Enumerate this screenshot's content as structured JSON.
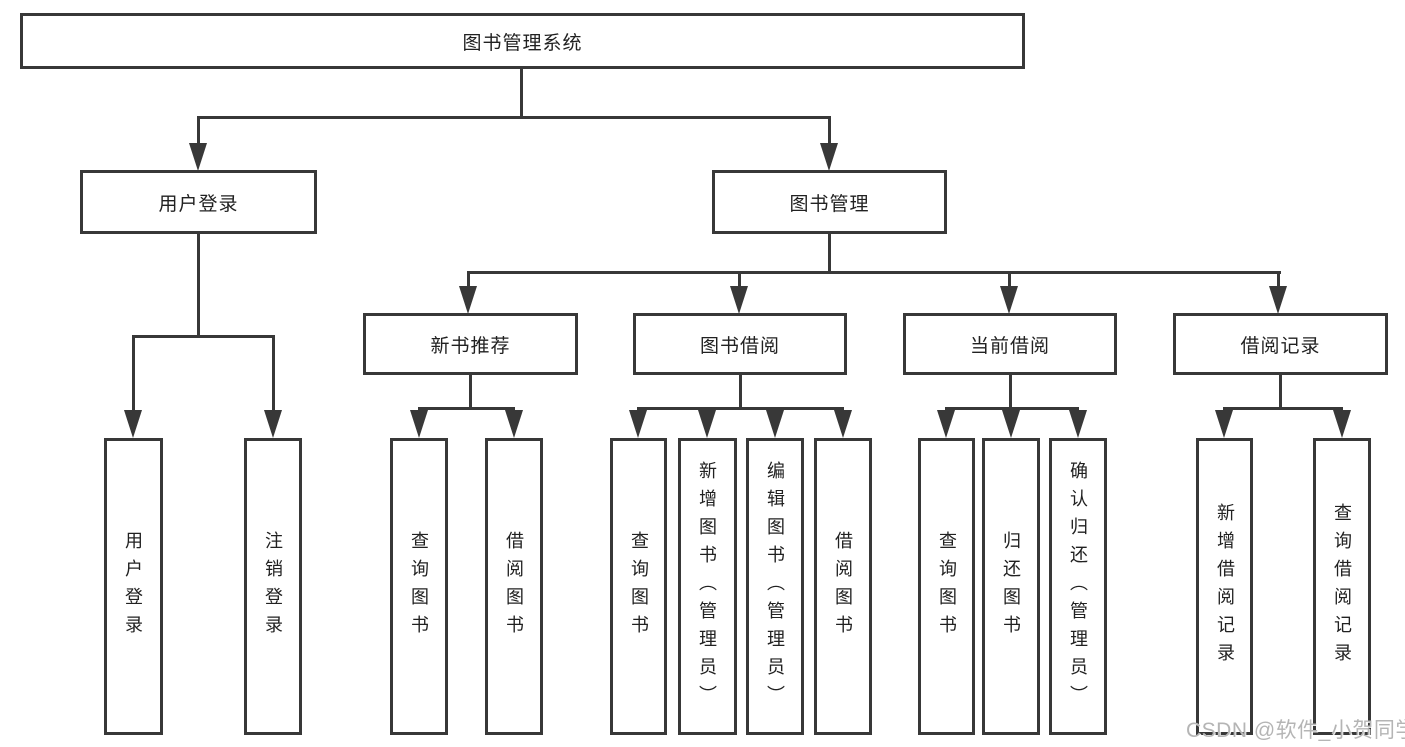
{
  "colors": {
    "line": "#383838",
    "text": "#212121",
    "watermark": "#b5b5b5"
  },
  "nodes": {
    "root": "图书管理系统",
    "level2": {
      "user_login": "用户登录",
      "book_management": "图书管理"
    },
    "level3": {
      "new_book_recommend": "新书推荐",
      "book_borrow": "图书借阅",
      "current_borrow": "当前借阅",
      "borrow_record": "借阅记录"
    },
    "leaves": {
      "user_login": [
        "用户登录",
        "注销登录"
      ],
      "new_book_recommend": [
        "查询图书",
        "借阅图书"
      ],
      "book_borrow": [
        "查询图书",
        "新增图书（管理员）",
        "编辑图书（管理员）",
        "借阅图书"
      ],
      "current_borrow": [
        "查询图书",
        "归还图书",
        "确认归还（管理员）"
      ],
      "borrow_record": [
        "新增借阅记录",
        "查询借阅记录"
      ]
    }
  },
  "watermark": "CSDN @软件_小贺同学"
}
